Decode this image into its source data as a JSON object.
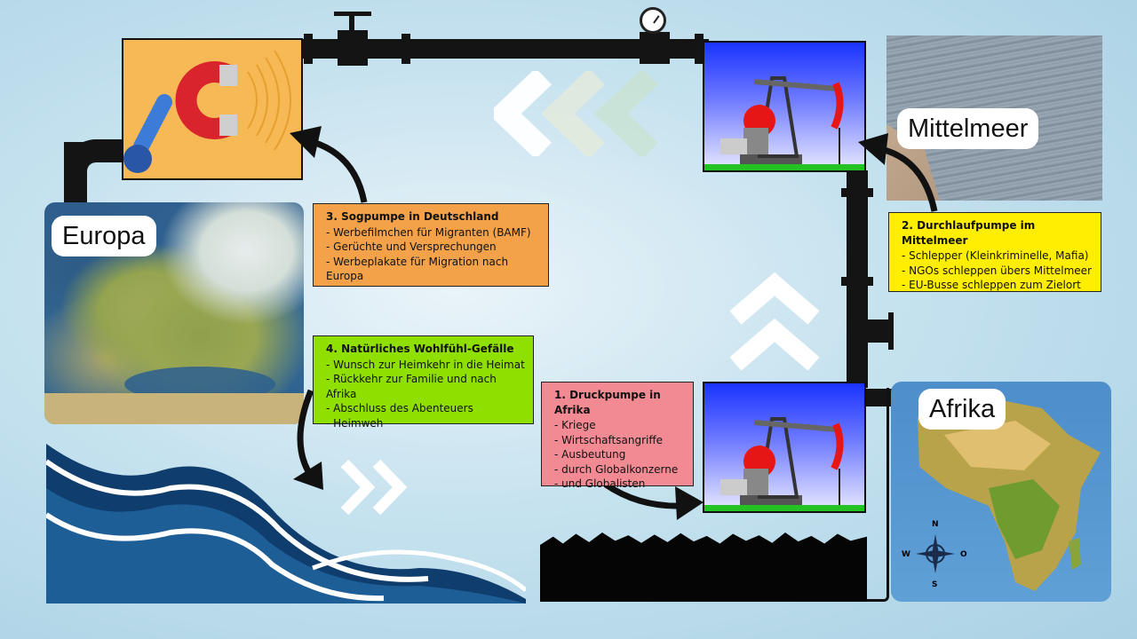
{
  "regions": {
    "europa": "Europa",
    "mittelmeer": "Mittelmeer",
    "afrika": "Afrika"
  },
  "compass": {
    "n": "N",
    "s": "S",
    "w": "W",
    "o": "O"
  },
  "panels": {
    "sog": {
      "title": "3. Sogpumpe in Deutschland",
      "lines": [
        "Werbefilmchen für Migranten (BAMF)",
        "Gerüchte und Versprechungen",
        "Werbeplakate für Migration nach Europa"
      ],
      "color": "#f4a24a"
    },
    "durchlauf": {
      "title": "2. Durchlaufpumpe im Mittelmeer",
      "lines": [
        "Schlepper (Kleinkriminelle, Mafia)",
        "NGOs schleppen übers Mittelmeer",
        "EU-Busse schleppen zum Zielort"
      ],
      "color": "#ffee00"
    },
    "wohlfuehl": {
      "title": "4. Natürliches Wohlfühl-Gefälle",
      "lines": [
        "Wunsch zur Heimkehr in die Heimat",
        "Rückkehr zur Familie und nach Afrika",
        "Abschluss des Abenteuers",
        "Heimweh"
      ],
      "color": "#8fe000"
    },
    "druck": {
      "title": "1. Druckpumpe in Afrika",
      "lines": [
        "Kriege",
        "Wirtschaftsangriffe",
        "Ausbeutung",
        "durch Globalkonzerne",
        "und Globalisten"
      ],
      "color": "#f28a93"
    }
  },
  "colors": {
    "pipe": "#141414",
    "magnet_box": "#f7b955",
    "magnet_red": "#d9242e",
    "pump_red": "#e61616",
    "wave_dark": "#0e3d6e"
  }
}
